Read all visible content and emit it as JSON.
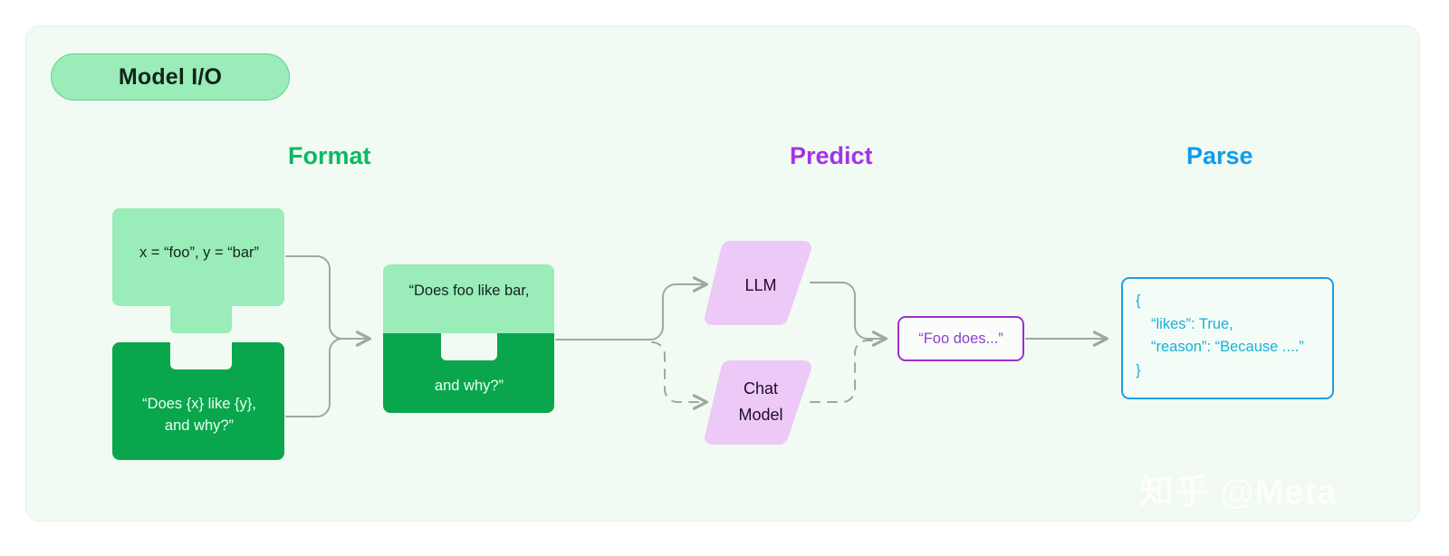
{
  "panel": {
    "title": "Model I/O",
    "background_color": "#f2fbf3"
  },
  "columns": [
    {
      "id": "format",
      "label": "Format",
      "color": "#0bb964"
    },
    {
      "id": "predict",
      "label": "Predict",
      "color": "#a233e8"
    },
    {
      "id": "parse",
      "label": "Parse",
      "color": "#0f9bf0"
    }
  ],
  "format": {
    "variables_block": {
      "text": "x = “foo”, y = “bar”",
      "fill": "#9aecb9",
      "shape": "puzzle-piece-tab-bottom"
    },
    "template_block": {
      "line1": "“Does {x} like {y},",
      "line2": "and why?”",
      "fill": "#0aa64e",
      "shape": "puzzle-piece-notch-top"
    },
    "merged_block": {
      "top_text": "“Does foo like bar,",
      "bottom_text": "and why?”",
      "top_fill": "#9aecb9",
      "bottom_fill": "#0aa64e"
    }
  },
  "predict": {
    "models": [
      {
        "id": "llm",
        "label": "LLM",
        "fill": "#edc9f7",
        "connector": "solid"
      },
      {
        "id": "chat",
        "label": "Chat\nModel",
        "fill": "#edc9f7",
        "connector": "dashed"
      }
    ],
    "output_box": {
      "text": "“Foo does...”",
      "border_color": "#9b2fd6",
      "text_color": "#8e3fd0"
    }
  },
  "parse": {
    "json_box": {
      "border_color": "#1a9ee8",
      "text_color": "#17b0d8",
      "lines": [
        "{",
        "“likes”: True,",
        "“reason”: “Because ....”",
        "}"
      ]
    }
  },
  "watermark": {
    "text": "知乎 @Meta"
  }
}
